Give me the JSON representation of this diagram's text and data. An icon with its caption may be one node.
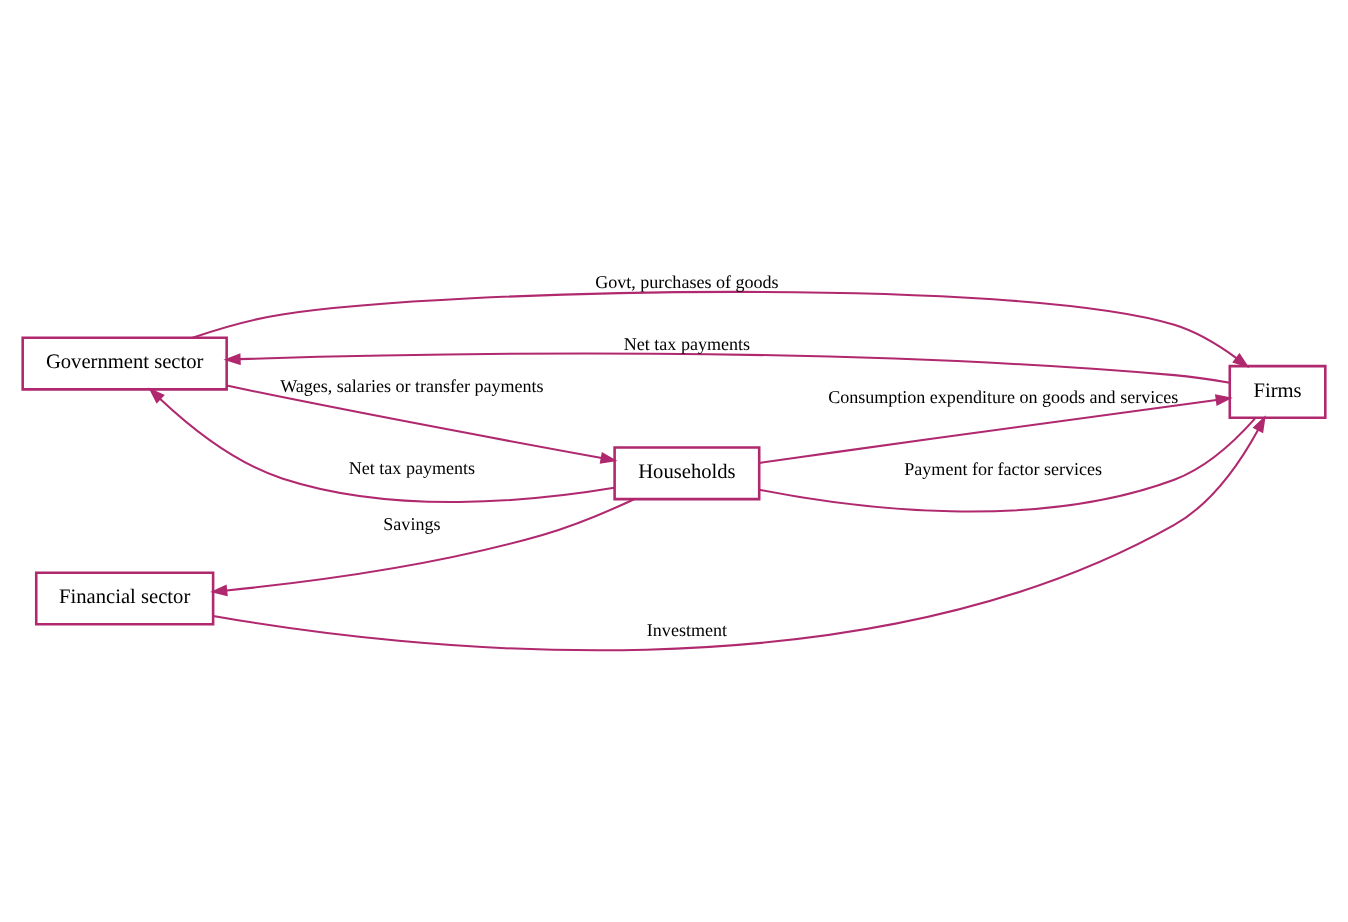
{
  "diagram": {
    "nodes": [
      {
        "text": [
          "Government sector"
        ]
      },
      {
        "text": [
          "Households"
        ]
      },
      {
        "text": [
          "Financial sector"
        ]
      },
      {
        "text": [
          "Firms"
        ]
      }
    ],
    "edges": [
      {
        "from": 0,
        "to": 1,
        "arrow": "to",
        "label": "Wages, salaries or transfer payments"
      },
      {
        "from": 1,
        "to": 0,
        "arrow": "to",
        "label": "Net tax payments"
      },
      {
        "from": 1,
        "to": 3,
        "arrow": "none",
        "label": "Payment for factor services"
      },
      {
        "from": 1,
        "to": 2,
        "arrow": "to",
        "label": "Savings"
      },
      {
        "from": 2,
        "to": 3,
        "arrow": "to",
        "label": "Investment"
      },
      {
        "from": 3,
        "to": 0,
        "arrow": "to",
        "label": "Net tax payments"
      },
      {
        "from": 0,
        "to": 3,
        "arrow": "to",
        "label": "Govt, purchases of goods"
      },
      {
        "from": 1,
        "to": 3,
        "arrow": "to",
        "label": "Consumption expenditure on goods and services"
      }
    ]
  }
}
